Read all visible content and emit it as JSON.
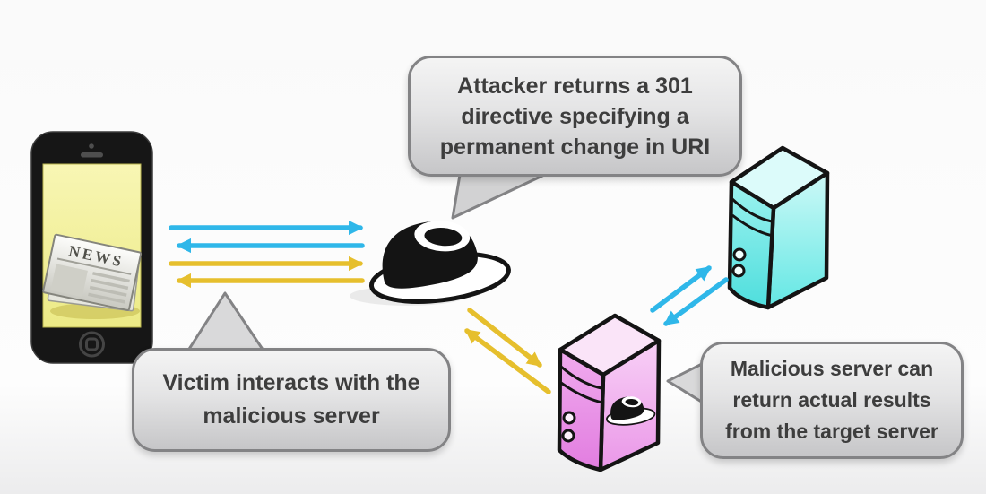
{
  "bubbles": {
    "attacker": {
      "lines": [
        "Attacker returns a 301",
        "directive specifying a",
        "permanent change in URI"
      ]
    },
    "victim": {
      "lines": [
        "Victim interacts with the",
        "malicious server"
      ]
    },
    "malicious": {
      "lines": [
        "Malicious server can",
        "return actual results",
        "from the target server"
      ]
    }
  },
  "phone": {
    "news_label": "NEWS"
  },
  "icons": {
    "attacker": "black-hat-icon",
    "malicious_server_badge": "black-hat-icon",
    "victim_device": "smartphone-icon",
    "victim_app": "newspaper-icon",
    "target_server": "server-tower-icon",
    "malicious_server": "server-tower-icon"
  },
  "colors": {
    "arrow_blue": "#2fb7e9",
    "arrow_yellow": "#e6bf2d",
    "target_server": "#7deee9",
    "malicious_server": "#f1aef0",
    "phone_screen": "#f3f09e",
    "bubble_border": "#838385",
    "bubble_text": "#3d3d3d"
  }
}
